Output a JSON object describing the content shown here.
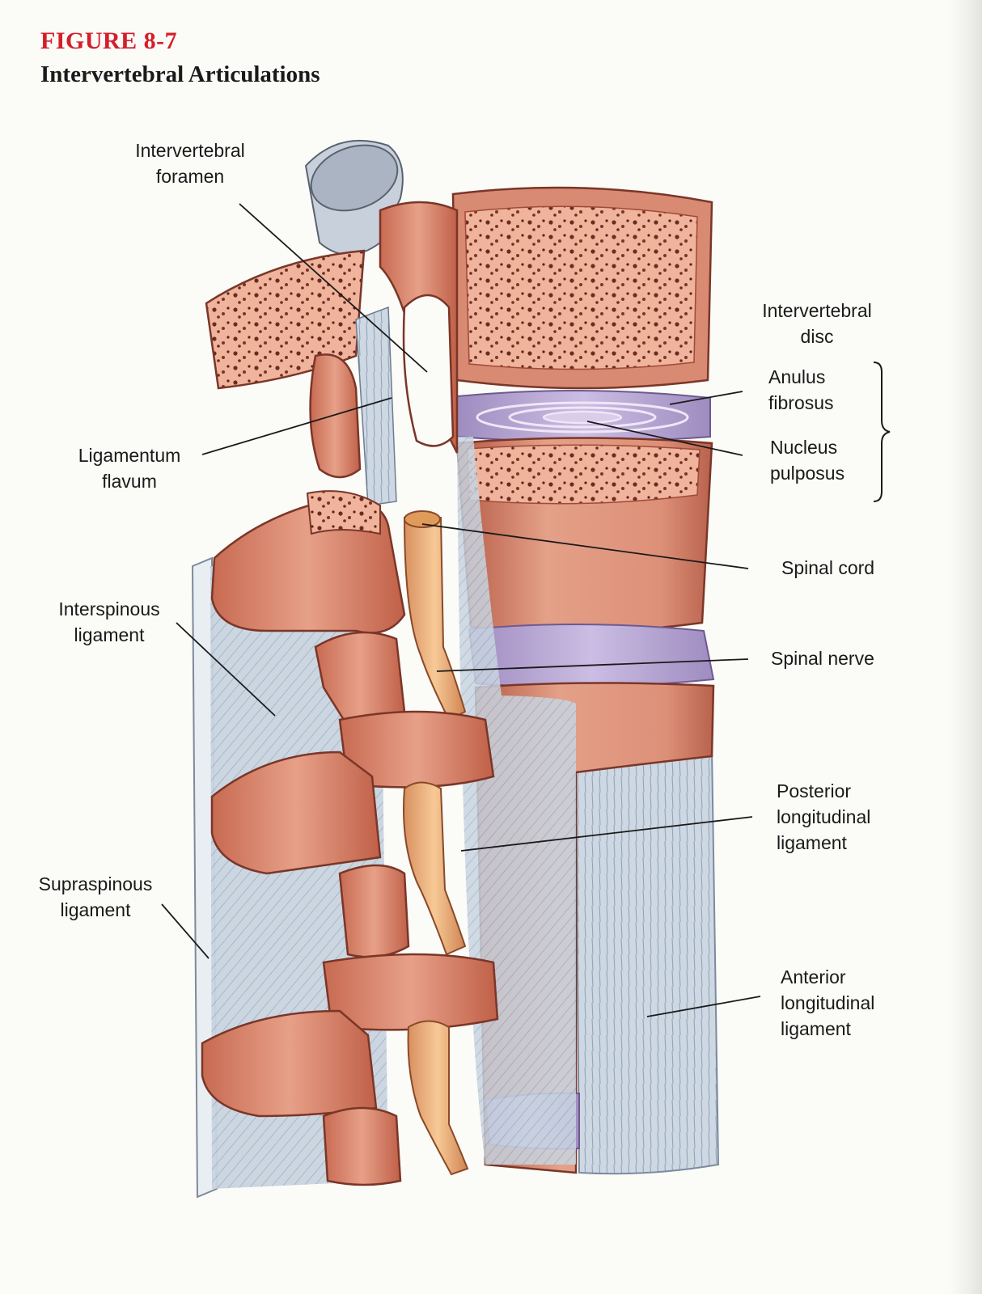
{
  "figure": {
    "number": "FIGURE 8-7",
    "title": "Intervertebral Articulations"
  },
  "labels": {
    "intervertebral_foramen": "Intervertebral\nforamen",
    "intervertebral_disc": "Intervertebral\ndisc",
    "anulus_fibrosus": "Anulus\nfibrosus",
    "nucleus_pulposus": "Nucleus\npulposus",
    "ligamentum_flavum": "Ligamentum\nflavum",
    "spinal_cord": "Spinal cord",
    "interspinous_ligament": "Interspinous\nligament",
    "spinal_nerve": "Spinal nerve",
    "posterior_longitudinal_ligament": "Posterior\nlongitudinal\nligament",
    "supraspinous_ligament": "Supraspinous\nligament",
    "anterior_longitudinal_ligament": "Anterior\nlongitudinal\nligament"
  },
  "colors": {
    "title_red": "#d41f2a",
    "bone": "#d9826a",
    "bone_dark": "#b55a45",
    "bone_light": "#f0b8a2",
    "disc": "#b9a6d4",
    "ligament": "#c3cfdc",
    "nerve": "#e9b07a"
  }
}
